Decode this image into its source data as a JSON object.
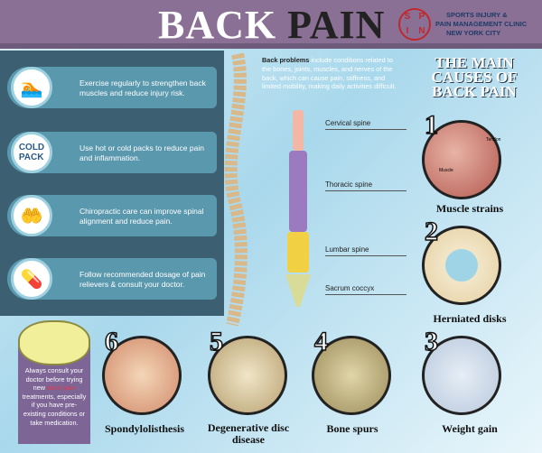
{
  "header": {
    "title_part1": "BACK",
    "title_part2": "PAIN",
    "logo_letters": [
      "S",
      "P",
      "I",
      "N"
    ],
    "clinic_lines": [
      "SPORTS INJURY &",
      "PAIN MANAGEMENT CLINIC",
      "NEW YORK CITY"
    ]
  },
  "tips": [
    {
      "icon": "swimmer-icon",
      "text": "Exercise regularly  to strengthen back muscles and reduce injury risk."
    },
    {
      "icon": "cold-pack-icon",
      "text": "Use hot or cold packs to reduce pain and inflammation."
    },
    {
      "icon": "chiropractic-hands-icon",
      "text": "Chiropractic care can improve spinal alignment and reduce pain."
    },
    {
      "icon": "pills-icon",
      "text": "Follow recommended dosage of pain relievers & consult your doctor."
    }
  ],
  "intro": {
    "bold": "Back problems",
    "text": " include conditions related to the bones, joints, muscles, and nerves of the back, which can cause pain, stiffness, and limited mobility, making daily activities difficult."
  },
  "spine_segments": [
    "Cervical spine",
    "Thoracic spine",
    "Lumbar spine",
    "Sacrum coccyx"
  ],
  "causes_title": [
    "THE MAIN",
    "CAUSES OF",
    "BACK PAIN"
  ],
  "causes": [
    {
      "number": "1",
      "label": "Muscle strains",
      "annotations": [
        "Tendon",
        "Muscle"
      ]
    },
    {
      "number": "2",
      "label": "Herniated disks"
    },
    {
      "number": "3",
      "label": "Weight gain"
    },
    {
      "number": "4",
      "label": "Bone spurs"
    },
    {
      "number": "5",
      "label": "Degenerative disc disease"
    },
    {
      "number": "6",
      "label": "Spondylolisthesis"
    }
  ],
  "consult": {
    "before": "Always consult your doctor before trying new ",
    "highlight": "back pain",
    "after": " treatments, especially if you have pre-existing conditions or take medication."
  },
  "colors": {
    "header": "#8b7096",
    "panel": "#3d5f72",
    "tip": "#5a98ae",
    "accent_red": "#e23a4b"
  }
}
